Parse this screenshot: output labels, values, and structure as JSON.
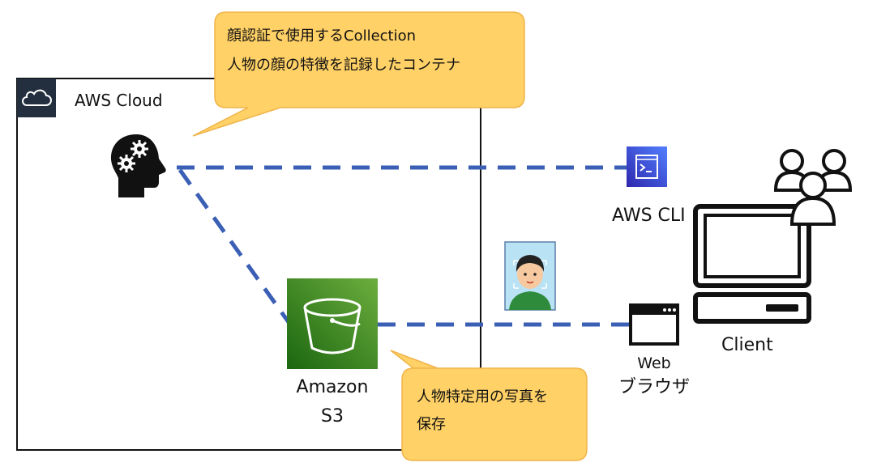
{
  "aws_cloud": {
    "label": "AWS Cloud"
  },
  "callout_collection": {
    "line1": "顔認証で使用するCollection",
    "line2": "人物の顔の特徴を記録したコンテナ"
  },
  "callout_s3": {
    "line1": "人物特定用の写真を",
    "line2": "保存"
  },
  "s3": {
    "line1": "Amazon",
    "line2": "S3"
  },
  "aws_cli": {
    "label": "AWS CLI"
  },
  "browser": {
    "line1": "Web",
    "line2": "ブラウザ"
  },
  "client": {
    "label": "Client"
  },
  "colors": {
    "connector": "#3a5fb5",
    "callout_fill": "#ffd166",
    "callout_stroke": "#f0b44a",
    "s3_green": "#3f8624",
    "cli_blue": "#3b48cc"
  },
  "icons": [
    "cloud-icon",
    "brain-gears-icon",
    "s3-bucket-icon",
    "terminal-icon",
    "face-photo-icon",
    "browser-window-icon",
    "computer-icon",
    "users-icon"
  ]
}
